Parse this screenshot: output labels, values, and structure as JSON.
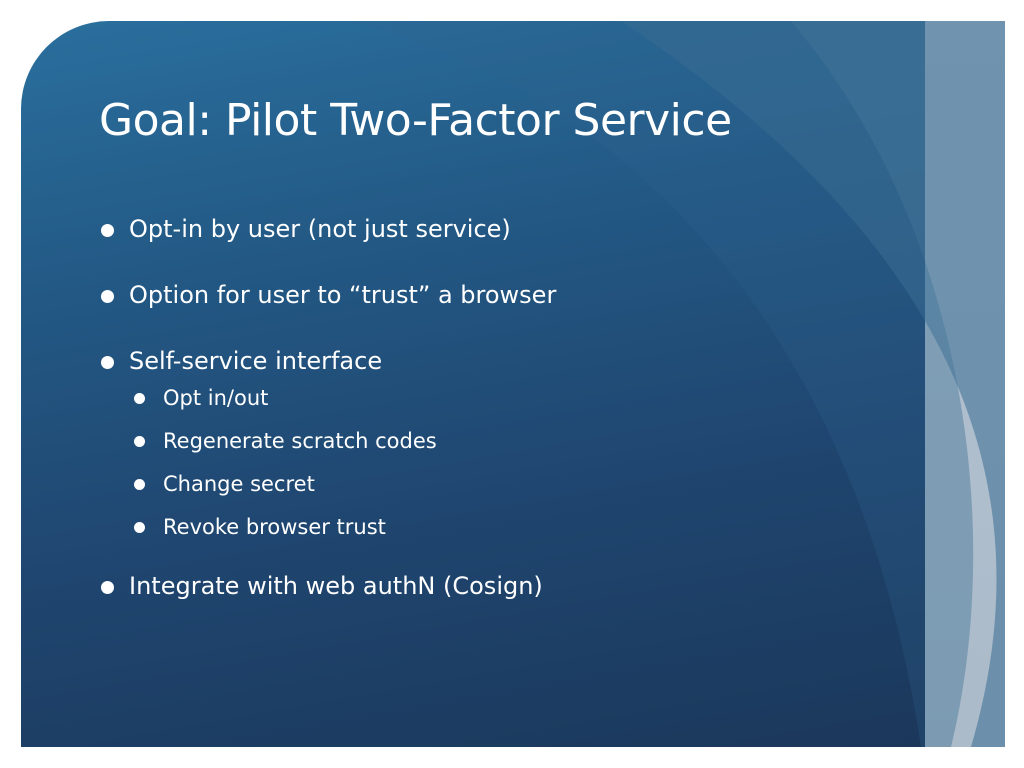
{
  "slide": {
    "title": "Goal: Pilot Two-Factor Service",
    "bullets": [
      {
        "text": "Opt-in by user (not just service)"
      },
      {
        "text": "Option for user to “trust” a browser"
      },
      {
        "text": "Self-service interface",
        "sub": [
          "Opt in/out",
          "Regenerate scratch codes",
          "Change secret",
          "Revoke browser trust"
        ]
      },
      {
        "text": "Integrate with web authN (Cosign)"
      }
    ]
  },
  "colors": {
    "background_top": "#2a6f9e",
    "background_bottom": "#1b375a",
    "swoosh": "#3d6f93",
    "gray_band": "#d8dce1",
    "text": "#ffffff",
    "page": "#ffffff"
  }
}
